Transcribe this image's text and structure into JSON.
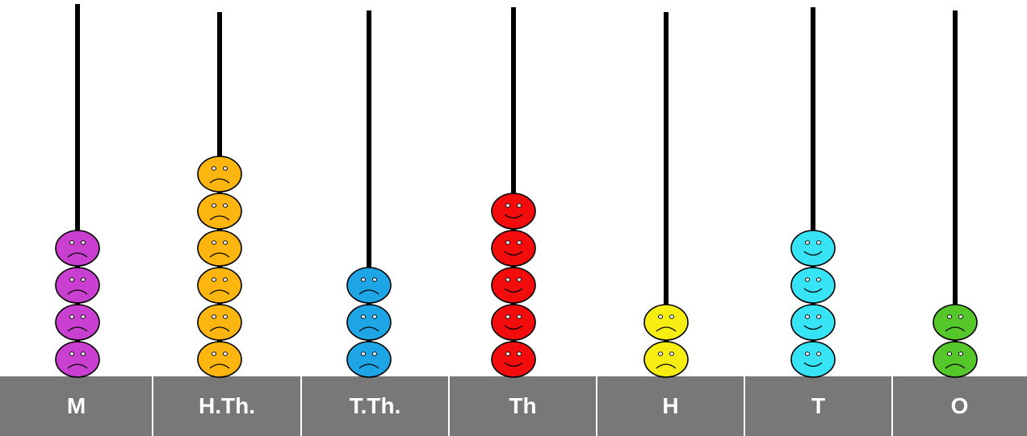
{
  "columns": [
    {
      "label": "M",
      "beads": 4,
      "bead_color": "#c93fcf",
      "face": "sad"
    },
    {
      "label": "H.Th.",
      "beads": 6,
      "bead_color": "#fdb60f",
      "face": "sad"
    },
    {
      "label": "T.Th.",
      "beads": 3,
      "bead_color": "#1ea5e6",
      "face": "sad"
    },
    {
      "label": "Th",
      "beads": 5,
      "bead_color": "#f20c0c",
      "face": "smile"
    },
    {
      "label": "H",
      "beads": 2,
      "bead_color": "#f6ee12",
      "face": "sad"
    },
    {
      "label": "T",
      "beads": 4,
      "bead_color": "#36e4f6",
      "face": "smile"
    },
    {
      "label": "O",
      "beads": 2,
      "bead_color": "#55c72b",
      "face": "sad"
    }
  ],
  "colors": {
    "base": "#787878",
    "divider": "#ffffff",
    "rod": "#000000",
    "label_text": "#ffffff",
    "bead_outline": "#000000"
  }
}
